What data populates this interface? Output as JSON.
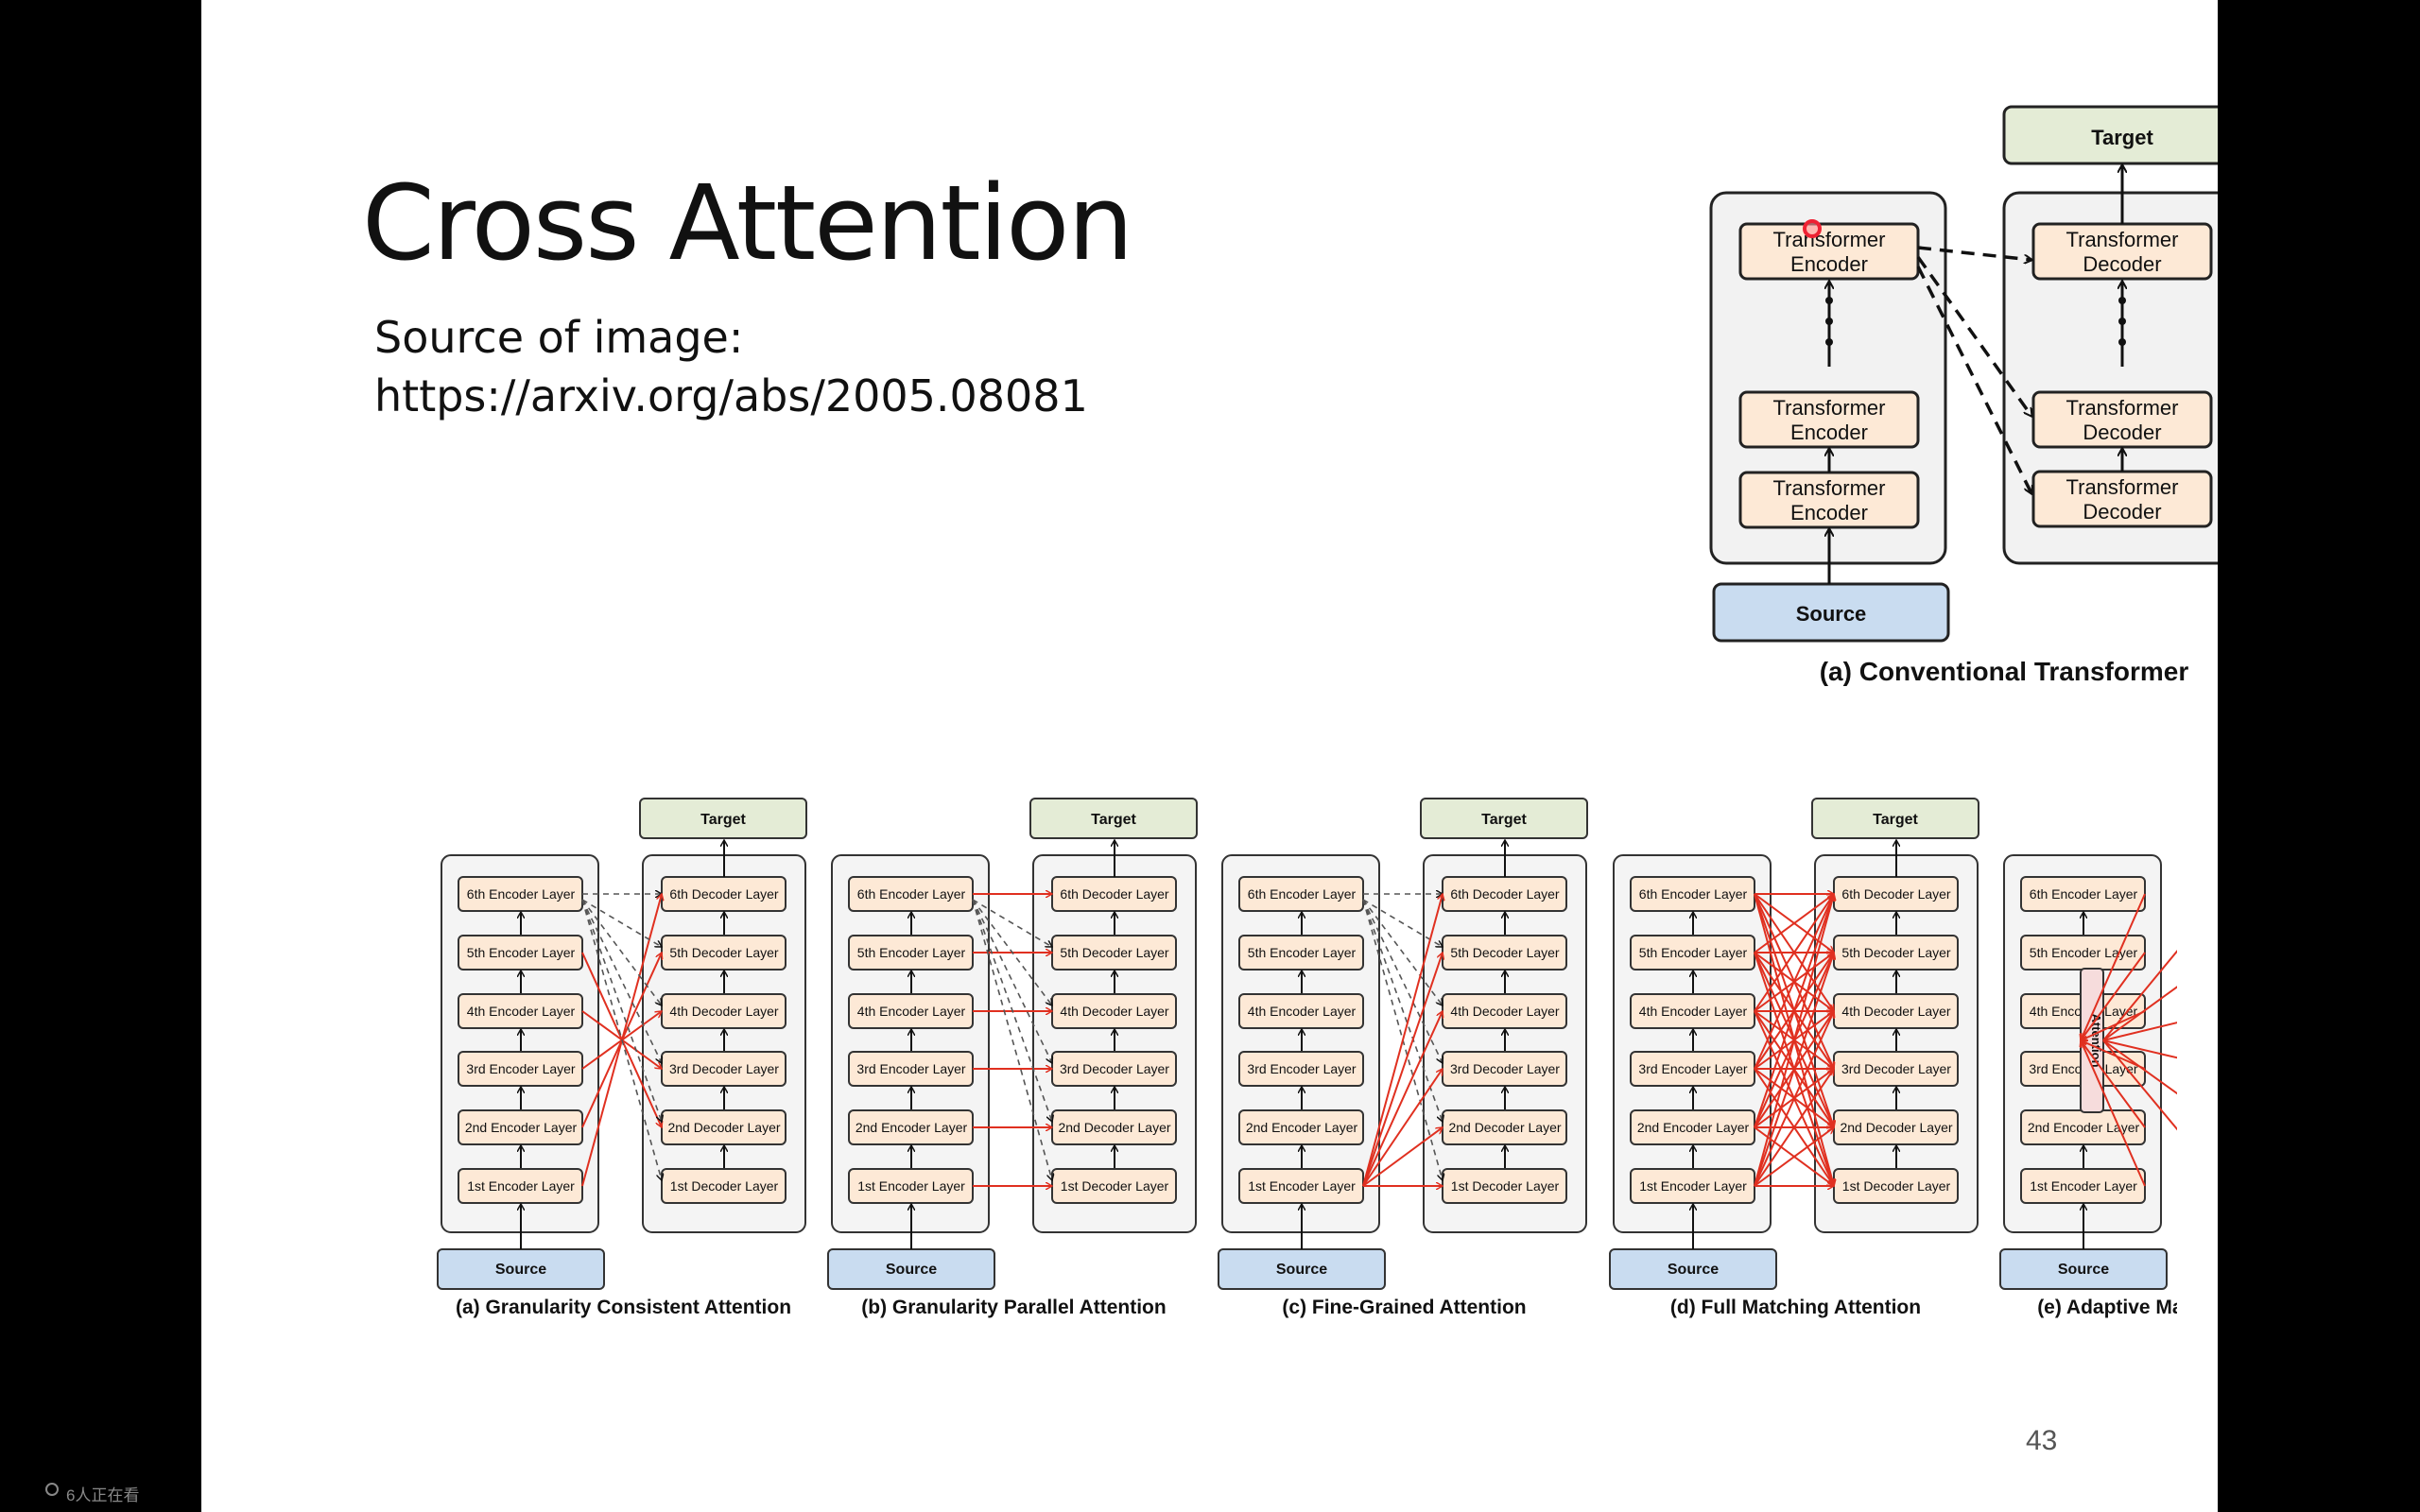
{
  "slide": {
    "title": "Cross Attention",
    "source_line1": "Source of image:",
    "source_line2": "https://arxiv.org/abs/2005.08081",
    "page_number": "43"
  },
  "overlay": {
    "viewer_count": "6人正在看",
    "viewer_icon": "headset-icon"
  },
  "top_figure": {
    "caption": "(a) Conventional Transformer",
    "target_label": "Target",
    "source_label": "Source",
    "encoder_label": [
      "Transformer",
      "Encoder"
    ],
    "decoder_label": [
      "Transformer",
      "Decoder"
    ],
    "colors": {
      "block": "#fde9d6",
      "source": "#c9dcf0",
      "target": "#e4ecd6",
      "panel": "#f2f2f2"
    }
  },
  "bottom_figure": {
    "target_label": "Target",
    "source_label": "Source",
    "encoder_layers": [
      "6th Encoder Layer",
      "5th Encoder Layer",
      "4th Encoder Layer",
      "3rd Encoder Layer",
      "2nd Encoder Layer",
      "1st Encoder Layer"
    ],
    "decoder_layers": [
      "6th Decoder Layer",
      "5th Decoder Layer",
      "4th Decoder Layer",
      "3rd Decoder Layer",
      "2nd Decoder Layer",
      "1st Decoder Layer"
    ],
    "attention_label": "Attention",
    "arrow_color": "#e03020",
    "captions": [
      "(a) Granularity Consistent Attention",
      "(b) Granularity Parallel Attention",
      "(c) Fine-Grained Attention",
      "(d) Full Matching Attention",
      "(e) Adaptive Matching Attention"
    ]
  }
}
